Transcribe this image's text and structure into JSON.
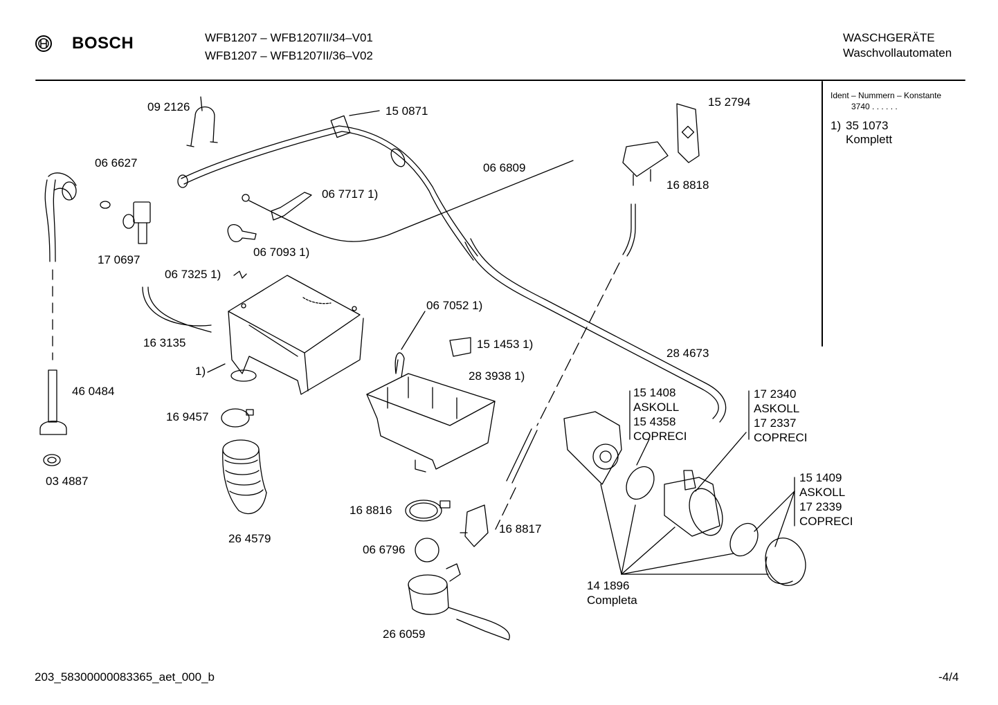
{
  "header": {
    "brand": "BOSCH",
    "model_line_1": "WFB1207 – WFB1207II/34–V01",
    "model_line_2": "WFB1207 – WFB1207II/36–V02",
    "category": "WASCHGERÄTE",
    "subcategory": "Waschvollautomaten"
  },
  "sidebar": {
    "ident_title": "Ident – Nummern – Konstante",
    "ident_value": "3740 .  .  .  .  .  .",
    "note_marker": "1)",
    "note_number": "35 1073",
    "note_text": "Komplett"
  },
  "parts": [
    "09 2126",
    "15 0871",
    "15 2794",
    "06 6627",
    "06 6809",
    "16 8818",
    "06 7717 1)",
    "17 0697",
    "06 7093 1)",
    "06 7325 1)",
    "06 7052 1)",
    "16 3135",
    "15 1453 1)",
    "1)",
    "28 4673",
    "28 3938 1)",
    "46 0484",
    "15 1408",
    "ASKOLL",
    "15 4358",
    "COPRECI",
    "17 2340",
    "ASKOLL",
    "17 2337",
    "COPRECI",
    "16 9457",
    "03 4887",
    "15 1409",
    "ASKOLL",
    "17 2339",
    "COPRECI",
    "16 8816",
    "16 8817",
    "26 4579",
    "06 6796",
    "14 1896",
    "Completa",
    "26 6059"
  ],
  "footer": {
    "doc_id": "203_58300000083365_aet_000_b",
    "page": "-4/4"
  },
  "icons": {
    "logo": "bosch-armature-logo"
  }
}
